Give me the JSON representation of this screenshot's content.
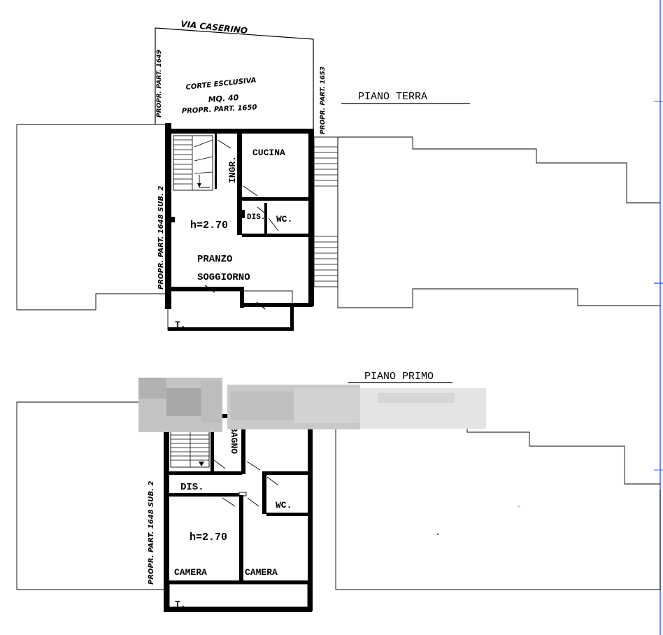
{
  "street": "VIA CASERINO",
  "court": {
    "line1": "CORTE ESCLUSIVA",
    "line2": "MQ. 40",
    "line3": "PROPR. PART. 1650"
  },
  "boundaries": {
    "left_top": "PROPR. PART. 1649",
    "right_top": "PROPR. PART. 1653",
    "left_ground": "PROPR. PART. 1648 SUB. 2",
    "left_first": "PROPR. PART. 1648 SUB. 2"
  },
  "ground_floor": {
    "title": "PIANO TERRA",
    "rooms": {
      "entrance": "INGR.",
      "kitchen": "CUCINA",
      "closet": "DIS.",
      "wc": "WC.",
      "height": "h=2.70",
      "living_1": "PRANZO",
      "living_2": "SOGGIORNO",
      "terrace": "T."
    }
  },
  "first_floor": {
    "title": "PIANO PRIMO",
    "rooms": {
      "bathroom": "BAGNO",
      "hall": "DIS.",
      "wc": "WC.",
      "height": "h=2.70",
      "bedroom_1": "CAMERA",
      "bedroom_2": "CAMERA",
      "terrace": "T."
    }
  },
  "colors": {
    "ink": "#000000",
    "accent_line": "#3a66d8",
    "blur": "#bcbcbc"
  }
}
